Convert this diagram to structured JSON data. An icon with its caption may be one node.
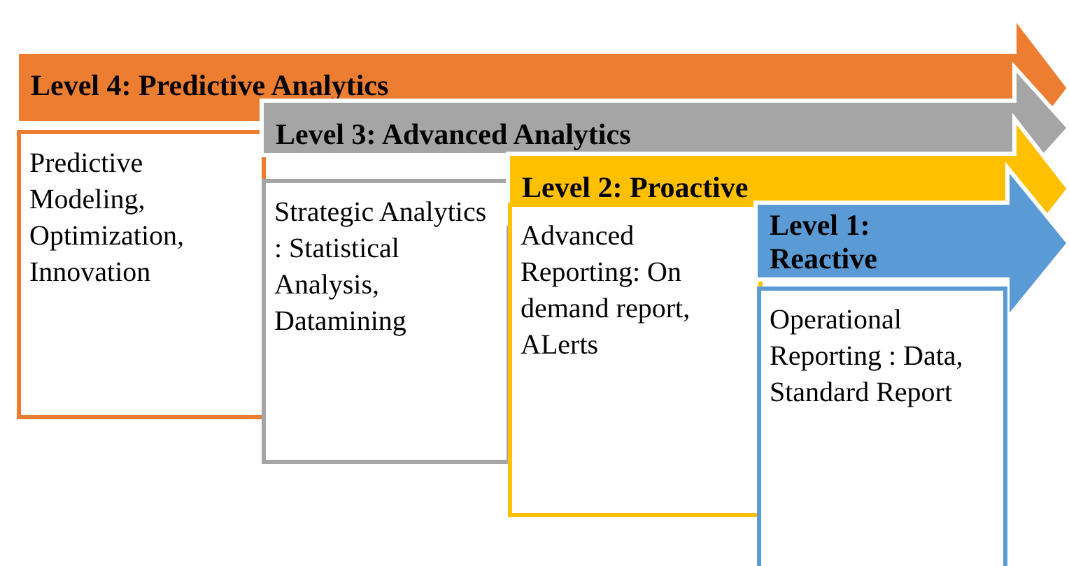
{
  "diagram": {
    "nodes": [
      {
        "text": [
          "Level 4: Predictive Analytics"
        ]
      },
      {
        "text": [
          "Predictive Modeling, Optimization, Innovation"
        ]
      },
      {
        "text": [
          "Level 3: Advanced Analytics"
        ]
      },
      {
        "text": [
          "Strategic Analytics : Statistical Analysis, Datamining"
        ]
      },
      {
        "text": [
          "Level 2: Proactive"
        ]
      },
      {
        "text": [
          "Advanced Reporting: On demand report, ALerts"
        ]
      },
      {
        "text": [
          "Level 1: Reactive"
        ]
      },
      {
        "text": [
          "Operational Reporting : Data, Standard Report"
        ]
      }
    ]
  }
}
